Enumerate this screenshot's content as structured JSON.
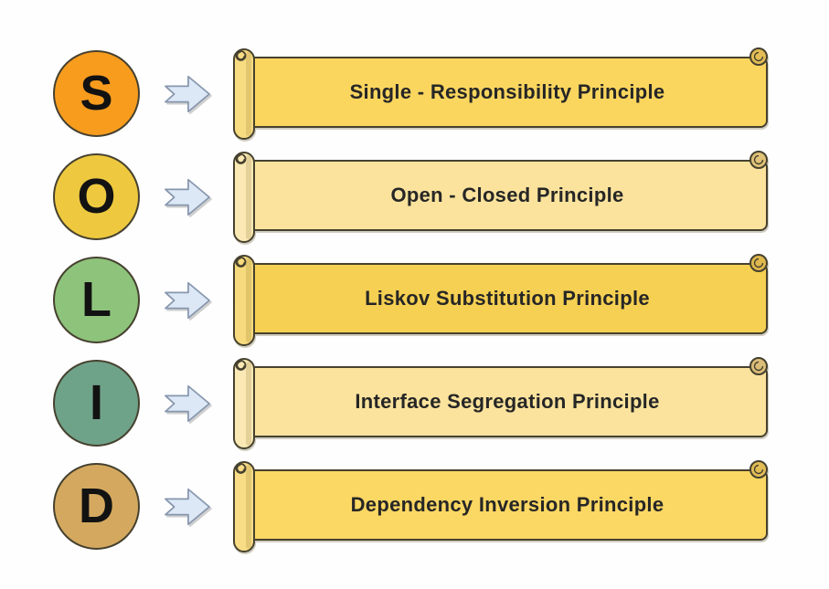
{
  "diagram": "SOLID principles",
  "colors": {
    "background": "#fefefe",
    "outline": "#46412f",
    "label_text": "#262626",
    "letter_text": "#121212",
    "arrow_fill": "#dce8f6",
    "arrow_stroke": "#8796ad"
  },
  "rows": [
    {
      "letter": "S",
      "label": "Single - Responsibility Principle",
      "circle_color": "#f89c1e",
      "banner_color": "#fbd65f",
      "rod_color": "#f8dc82",
      "curl_color": "#e3bd55"
    },
    {
      "letter": "O",
      "label": "Open - Closed Principle",
      "circle_color": "#eec93f",
      "banner_color": "#fbe39d",
      "rod_color": "#fae9b4",
      "curl_color": "#e0c278"
    },
    {
      "letter": "L",
      "label": "Liskov Substitution Principle",
      "circle_color": "#8ec37c",
      "banner_color": "#f6d052",
      "rod_color": "#f6da7d",
      "curl_color": "#dfb84e"
    },
    {
      "letter": "I",
      "label": "Interface Segregation Principle",
      "circle_color": "#6fa389",
      "banner_color": "#fbe39d",
      "rod_color": "#fae9b4",
      "curl_color": "#dbbd78"
    },
    {
      "letter": "D",
      "label": "Dependency Inversion Principle",
      "circle_color": "#d4a95f",
      "banner_color": "#fbd763",
      "rod_color": "#f8dd86",
      "curl_color": "#e2bd56"
    }
  ]
}
